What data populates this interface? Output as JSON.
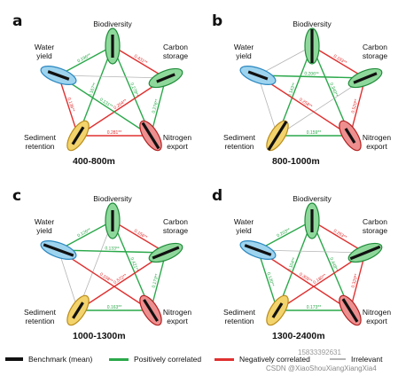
{
  "panels": [
    {
      "letter": "a",
      "range": "400-800m",
      "benchmark_lengths": [
        0.65,
        0.55,
        0.9,
        0.6,
        0.6
      ],
      "edges": [
        {
          "from": 0,
          "to": 1,
          "type": "negative",
          "label": "0.431**"
        },
        {
          "from": 0,
          "to": 2,
          "type": "positive",
          "label": "0.278**"
        },
        {
          "from": 0,
          "to": 3,
          "type": "positive",
          "label": "0.167**"
        },
        {
          "from": 0,
          "to": 4,
          "type": "positive",
          "label": "0.196**"
        },
        {
          "from": 1,
          "to": 2,
          "type": "positive",
          "label": "0.276**"
        },
        {
          "from": 1,
          "to": 3,
          "type": "negative",
          "label": "0.204**"
        },
        {
          "from": 1,
          "to": 4,
          "type": "irrelevant",
          "label": ""
        },
        {
          "from": 2,
          "to": 3,
          "type": "negative",
          "label": "0.281**"
        },
        {
          "from": 2,
          "to": 4,
          "type": "positive",
          "label": "0.131**"
        },
        {
          "from": 3,
          "to": 4,
          "type": "negative",
          "label": "0.136**"
        }
      ]
    },
    {
      "letter": "b",
      "range": "800-1000m",
      "benchmark_lengths": [
        0.95,
        0.7,
        0.5,
        1.0,
        0.55
      ],
      "edges": [
        {
          "from": 0,
          "to": 1,
          "type": "negative",
          "label": "0.193**"
        },
        {
          "from": 0,
          "to": 2,
          "type": "positive",
          "label": "0.340**"
        },
        {
          "from": 0,
          "to": 3,
          "type": "positive",
          "label": "0.143**"
        },
        {
          "from": 0,
          "to": 4,
          "type": "irrelevant",
          "label": ""
        },
        {
          "from": 1,
          "to": 2,
          "type": "negative",
          "label": "0.520**"
        },
        {
          "from": 1,
          "to": 3,
          "type": "irrelevant",
          "label": ""
        },
        {
          "from": 1,
          "to": 4,
          "type": "positive",
          "label": "0.206**"
        },
        {
          "from": 2,
          "to": 3,
          "type": "positive",
          "label": "0.159**"
        },
        {
          "from": 2,
          "to": 4,
          "type": "negative",
          "label": "0.258**"
        },
        {
          "from": 3,
          "to": 4,
          "type": "irrelevant",
          "label": ""
        }
      ]
    },
    {
      "letter": "c",
      "range": "1000-1300m",
      "benchmark_lengths": [
        0.6,
        0.8,
        0.75,
        0.55,
        0.85
      ],
      "edges": [
        {
          "from": 0,
          "to": 1,
          "type": "negative",
          "label": "0.156**"
        },
        {
          "from": 0,
          "to": 2,
          "type": "positive",
          "label": "0.421**"
        },
        {
          "from": 0,
          "to": 3,
          "type": "irrelevant",
          "label": ""
        },
        {
          "from": 0,
          "to": 4,
          "type": "positive",
          "label": "0.126**"
        },
        {
          "from": 1,
          "to": 2,
          "type": "positive",
          "label": "0.173**"
        },
        {
          "from": 1,
          "to": 3,
          "type": "negative",
          "label": "0.572**"
        },
        {
          "from": 1,
          "to": 4,
          "type": "positive",
          "label": "0.133**"
        },
        {
          "from": 2,
          "to": 3,
          "type": "positive",
          "label": "0.163**"
        },
        {
          "from": 2,
          "to": 4,
          "type": "negative",
          "label": "0.198**"
        },
        {
          "from": 3,
          "to": 4,
          "type": "irrelevant",
          "label": ""
        }
      ]
    },
    {
      "letter": "d",
      "range": "1300-2400m",
      "benchmark_lengths": [
        0.65,
        0.9,
        0.8,
        0.5,
        0.75
      ],
      "edges": [
        {
          "from": 0,
          "to": 1,
          "type": "negative",
          "label": "0.263**"
        },
        {
          "from": 0,
          "to": 2,
          "type": "positive",
          "label": "0.448**"
        },
        {
          "from": 0,
          "to": 3,
          "type": "positive",
          "label": "0.104**"
        },
        {
          "from": 0,
          "to": 4,
          "type": "positive",
          "label": "0.203**"
        },
        {
          "from": 1,
          "to": 2,
          "type": "negative",
          "label": "0.320**"
        },
        {
          "from": 1,
          "to": 3,
          "type": "negative",
          "label": "0.180**"
        },
        {
          "from": 1,
          "to": 4,
          "type": "irrelevant",
          "label": ""
        },
        {
          "from": 2,
          "to": 3,
          "type": "positive",
          "label": "0.173**"
        },
        {
          "from": 2,
          "to": 4,
          "type": "negative",
          "label": "0.305**"
        },
        {
          "from": 3,
          "to": 4,
          "type": "positive",
          "label": "0.120**"
        }
      ]
    }
  ],
  "nodes": [
    {
      "label_line1": "Biodiversity",
      "label_line2": "",
      "fill": "#8fd89b",
      "stroke": "#1f8c3a"
    },
    {
      "label_line1": "Carbon",
      "label_line2": "storage",
      "fill": "#8fd89b",
      "stroke": "#1f8c3a"
    },
    {
      "label_line1": "Nitrogen",
      "label_line2": "export",
      "fill": "#ee8f8f",
      "stroke": "#b02020"
    },
    {
      "label_line1": "Sediment",
      "label_line2": "retention",
      "fill": "#f3d36b",
      "stroke": "#b98c1a"
    },
    {
      "label_line1": "Water",
      "label_line2": "yield",
      "fill": "#9fd4ef",
      "stroke": "#2b88c0"
    }
  ],
  "colors": {
    "positive": "#2aa84a",
    "negative": "#e03030",
    "irrelevant": "#b5b5b5",
    "benchmark": "#111111"
  },
  "legend": {
    "benchmark": "Benchmark (mean)",
    "positive": "Positively correlated",
    "negative": "Negatively correlated",
    "irrelevant": "Irrelevant"
  },
  "watermark": {
    "line1": "15833392631",
    "line2": "CSDN @XiaoShouXiangXiangXia4"
  }
}
